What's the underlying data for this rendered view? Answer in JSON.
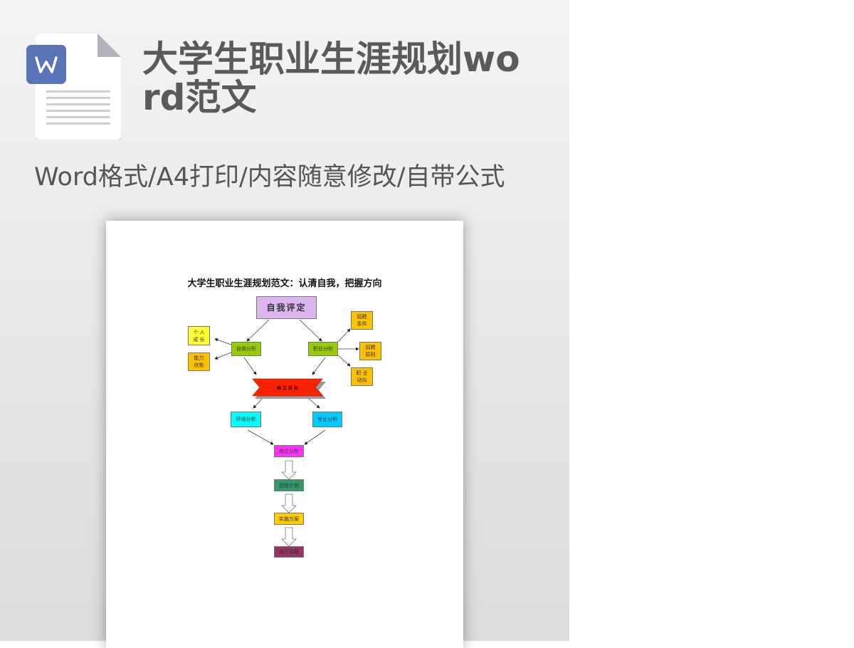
{
  "header": {
    "title": "大学生职业生涯规划word范文",
    "subtitle": "Word格式/A4打印/内容随意修改/自带公式",
    "icon": "word-document-icon",
    "accent": "#5b74b8"
  },
  "document": {
    "title": "大学生职业生涯规划范文：认清自我，把握方向",
    "diagram": {
      "top": "自我评定",
      "self_analysis": "自我分析",
      "career_analysis": "职业分析",
      "personal_growth": "个 人\n成 长",
      "strengths": "能力\n优势",
      "recruit_conditions": "招聘\n条件",
      "recruit_principles": "招聘\n原则",
      "career_trend": "职 业\n动向",
      "goal": "确 立 目 标",
      "environment": "环境分析",
      "major": "专业分析",
      "position": "岗位分析",
      "plan": "目标计划",
      "implement": "实施方案",
      "adjust": "自行调整"
    }
  }
}
